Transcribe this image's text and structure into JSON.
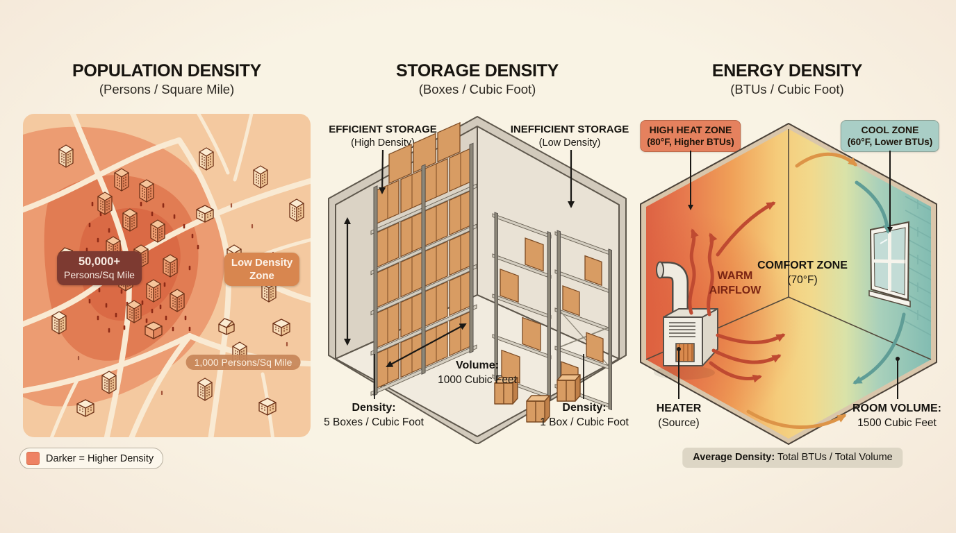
{
  "colors": {
    "background": "#f8f1e2",
    "map_base": "#f4c9a0",
    "map_mid_density": "#ec9c72",
    "map_high_density": "#e17c53",
    "map_core": "#da6a45",
    "high_density_badge": "#7d3a31",
    "low_density_badge": "#d8864f",
    "mid_density_pill": "#c6855c",
    "legend_swatch": "#ee8263",
    "heat_zone_badge": "#e5815e",
    "cool_zone_badge": "#a9cec6",
    "average_pill": "#ddd6c5",
    "warm_arrow": "#bf4a31",
    "orange_arrow": "#dd9447",
    "cool_arrow": "#5f9d96"
  },
  "population_panel": {
    "title": "POPULATION DENSITY",
    "subtitle": "(Persons / Square Mile)",
    "high_density_badge": {
      "line1": "50,000+",
      "line2": "Persons/Sq Mile"
    },
    "low_density_badge": {
      "line1": "Low Density",
      "line2": "Zone"
    },
    "mid_density_pill": "1,000 Persons/Sq Mile",
    "legend": "Darker = Higher Density"
  },
  "storage_panel": {
    "title": "STORAGE DENSITY",
    "subtitle": "(Boxes / Cubic Foot)",
    "efficient_label": {
      "line1": "EFFICIENT STORAGE",
      "line2": "(High Density)"
    },
    "inefficient_label": {
      "line1": "INEFFICIENT STORAGE",
      "line2": "(Low Density)"
    },
    "volume_label": {
      "line1": "Volume:",
      "line2": "1000 Cubic Feet"
    },
    "density_left": {
      "line1": "Density:",
      "line2": "5 Boxes / Cubic Foot"
    },
    "density_right": {
      "line1": "Density:",
      "line2": "1 Box / Cubic Foot"
    }
  },
  "energy_panel": {
    "title": "ENERGY DENSITY",
    "subtitle": "(BTUs / Cubic Foot)",
    "high_heat_badge": {
      "line1": "HIGH HEAT ZONE",
      "line2": "(80°F, Higher BTUs)"
    },
    "cool_zone_badge": {
      "line1": "COOL ZONE",
      "line2": "(60°F, Lower BTUs)"
    },
    "warm_airflow_label": {
      "line1": "WARM",
      "line2": "AIRFLOW"
    },
    "comfort_zone_label": {
      "line1": "COMFORT ZONE",
      "line2": "(70°F)"
    },
    "heater_label": {
      "line1": "HEATER",
      "line2": "(Source)"
    },
    "room_volume_label": {
      "line1": "ROOM VOLUME:",
      "line2": "1500 Cubic Feet"
    },
    "average_density": {
      "label": "Average Density:",
      "value": " Total BTUs / Total Volume"
    }
  }
}
